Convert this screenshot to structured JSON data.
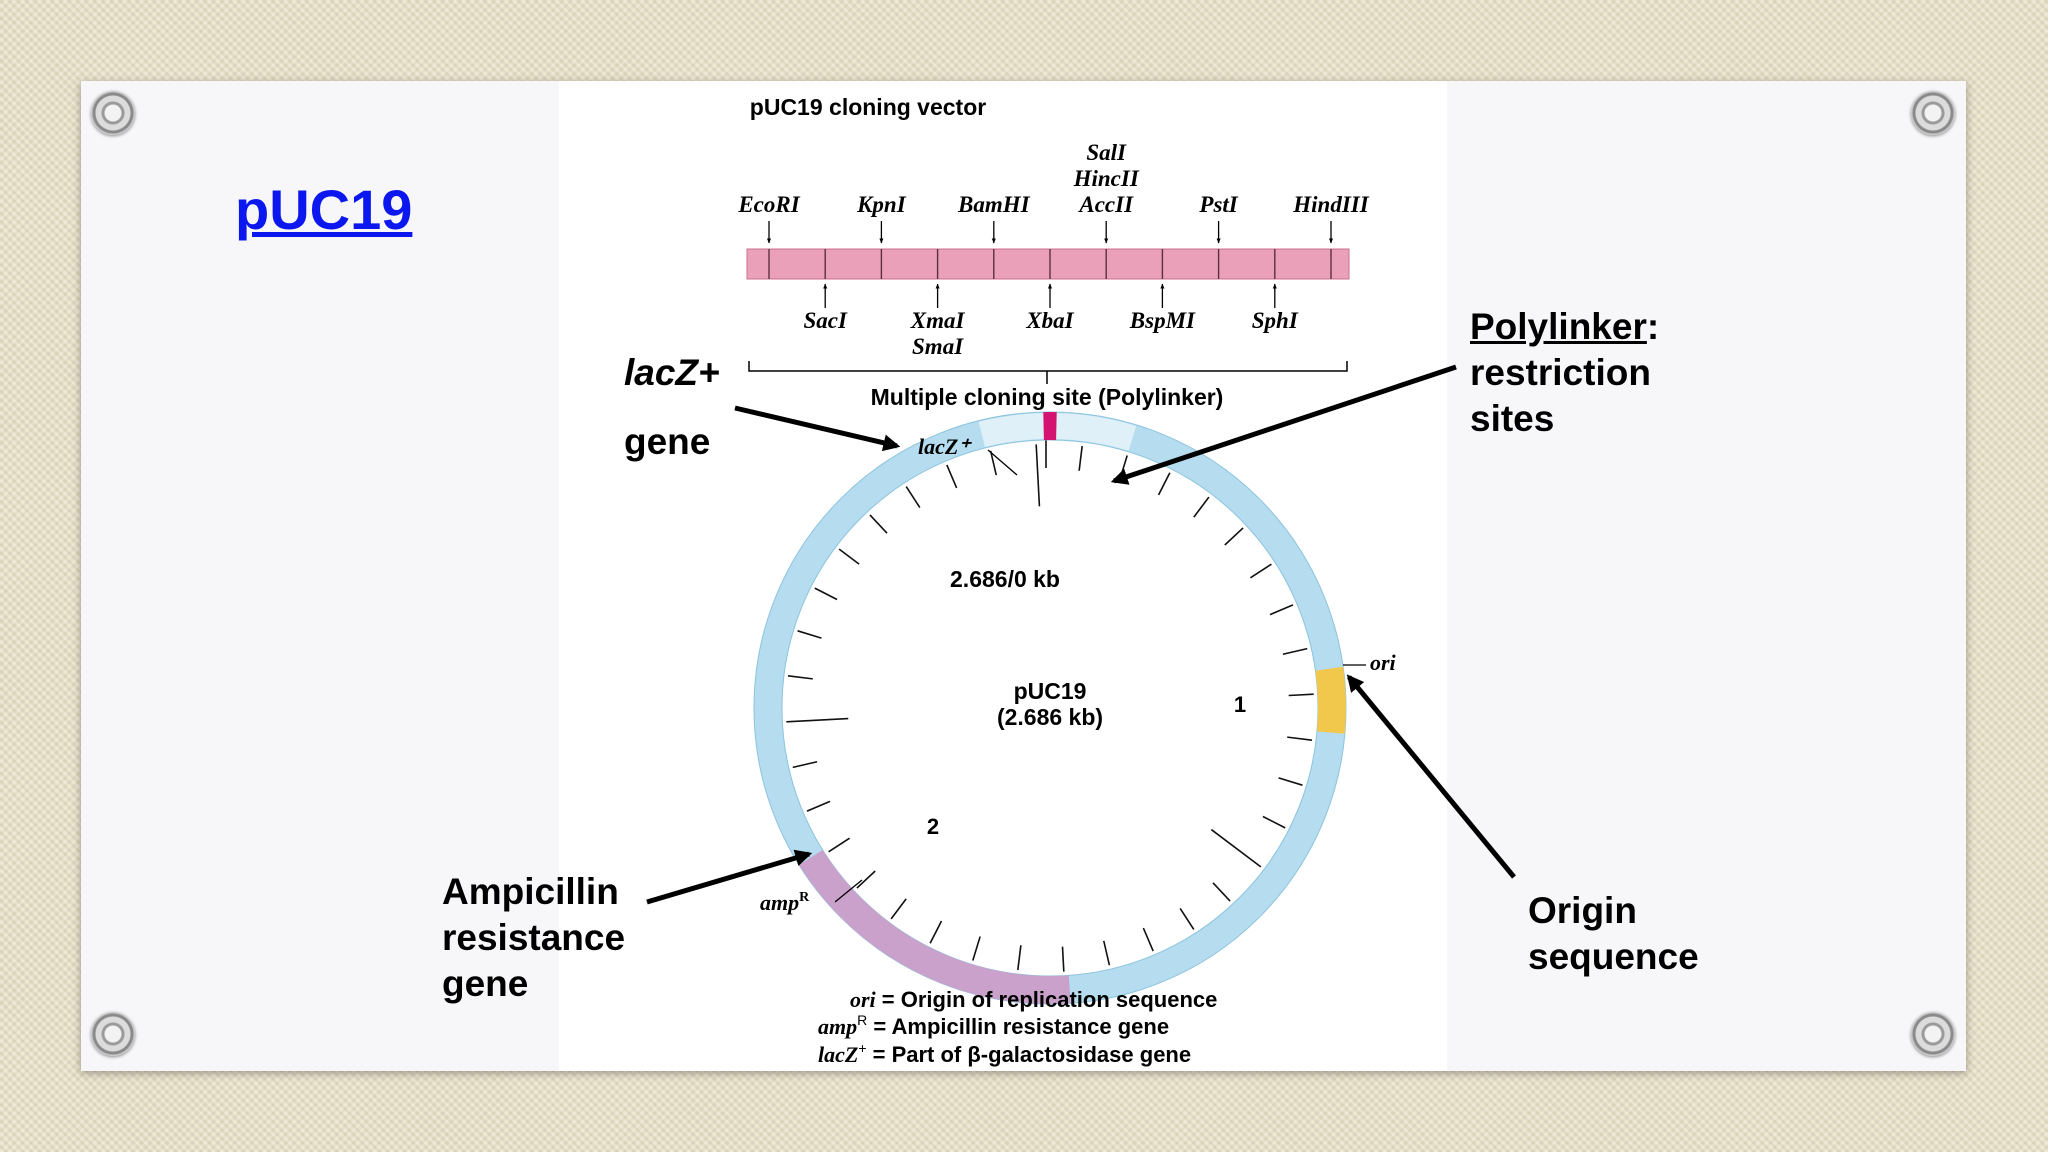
{
  "slide_title": "pUC19",
  "figure": {
    "title": "pUC19 cloning vector",
    "mcs_label": "Multiple cloning site (Polylinker)",
    "sites_top": [
      {
        "name": "EcoRI"
      },
      {
        "name": "KpnI"
      },
      {
        "name": "BamHI"
      },
      {
        "lines": [
          "SalI",
          "HincII",
          "AccII"
        ]
      },
      {
        "name": "PstI"
      },
      {
        "name": "HindIII"
      }
    ],
    "sites_bottom": [
      {
        "name": "SacI"
      },
      {
        "lines": [
          "XmaI",
          "SmaI"
        ]
      },
      {
        "name": "XbaI"
      },
      {
        "name": "BspMI"
      },
      {
        "name": "SphI"
      }
    ],
    "plasmid_name": "pUC19",
    "plasmid_size": "(2.686 kb)",
    "origin_position_label": "2.686/0 kb",
    "scale_label_1": "1",
    "scale_label_2": "2",
    "lacz_label": "lacZ⁺",
    "ori_label": "ori",
    "ampr_label": "amp",
    "ampr_sup": "R",
    "legend": [
      {
        "term": "ori",
        "definition": " = Origin of replication sequence"
      },
      {
        "term": "amp",
        "sup": "R",
        "definition": " = Ampicillin resistance gene"
      },
      {
        "term": "lacZ",
        "sup": "+",
        "definition": " = Part of β-galactosidase gene"
      }
    ],
    "colors": {
      "backbone": "#b5dcef",
      "mcs_region": "#dff0f9",
      "ampr": "#c9a1cb",
      "ori": "#f2c84c",
      "lacz": "#d4126f",
      "polylinker_bar": "#eba0ba"
    }
  },
  "callouts": {
    "lacz_gene": {
      "line1": "lacZ+",
      "line2": "gene"
    },
    "polylinker": {
      "title": "Polylinker",
      "colon": ":",
      "line2": "restriction",
      "line3": "sites"
    },
    "ampicillin": {
      "line1": "Ampicillin",
      "line2": "resistance",
      "line3": "gene"
    },
    "origin": {
      "line1": "Origin",
      "line2": "sequence"
    }
  }
}
